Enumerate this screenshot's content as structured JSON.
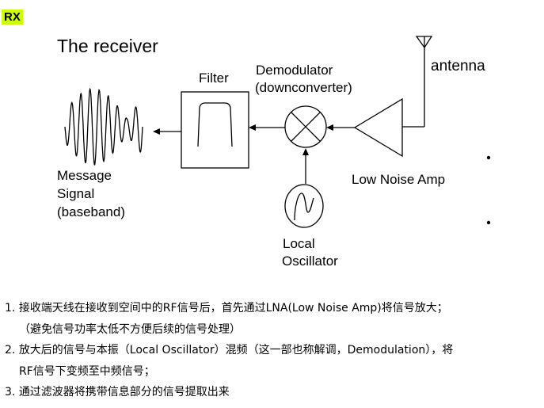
{
  "tag": {
    "text": "RX",
    "bg": "#ccff00"
  },
  "diagram": {
    "title": "The receiver",
    "filter": "Filter",
    "demod_1": "Demodulator",
    "demod_2": "(downconverter)",
    "antenna": "antenna",
    "lna": "Low Noise Amp",
    "msg_1": "Message",
    "msg_2": "Signal",
    "msg_3": "(baseband)",
    "osc_1": "Local",
    "osc_2": "Oscillator"
  },
  "steps": [
    {
      "num": "1.",
      "text": "接收端天线在接收到空间中的RF信号后，首先通过LNA(Low Noise Amp)将信号放大；",
      "cont": "（避免信号功率太低不方便后续的信号处理）"
    },
    {
      "num": "2.",
      "text": "放大后的信号与本振（Local Oscillator）混频（这一部也称解调，Demodulation），将",
      "cont": "RF信号下变频至中频信号；"
    },
    {
      "num": "3.",
      "text": "通过滤波器将携带信息部分的信号提取出来"
    }
  ]
}
